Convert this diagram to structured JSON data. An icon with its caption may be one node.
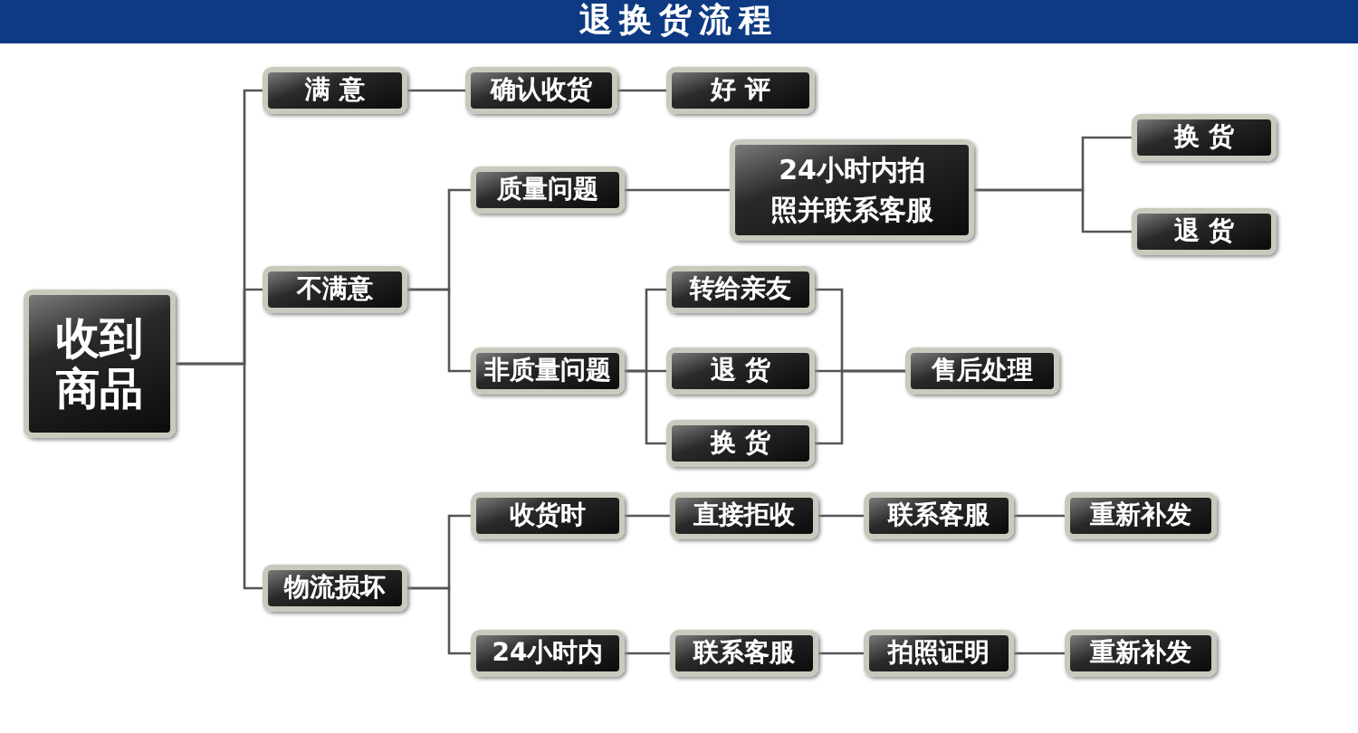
{
  "diagram": {
    "title": "退换货流程",
    "nodes": [
      {
        "text": [
          "收到商品"
        ]
      },
      {
        "text": [
          "满 意"
        ]
      },
      {
        "text": [
          "确认收货"
        ]
      },
      {
        "text": [
          "好 评"
        ]
      },
      {
        "text": [
          "不满意"
        ]
      },
      {
        "text": [
          "质量问题"
        ]
      },
      {
        "text": [
          "24小时内拍照并联系客服"
        ]
      },
      {
        "text": [
          "换 货"
        ]
      },
      {
        "text": [
          "退 货"
        ]
      },
      {
        "text": [
          "非质量问题"
        ]
      },
      {
        "text": [
          "转给亲友"
        ]
      },
      {
        "text": [
          "退 货"
        ]
      },
      {
        "text": [
          "换 货"
        ]
      },
      {
        "text": [
          "售后处理"
        ]
      },
      {
        "text": [
          "物流损坏"
        ]
      },
      {
        "text": [
          "收货时"
        ]
      },
      {
        "text": [
          "直接拒收"
        ]
      },
      {
        "text": [
          "联系客服"
        ]
      },
      {
        "text": [
          "重新补发"
        ]
      },
      {
        "text": [
          "24小时内"
        ]
      },
      {
        "text": [
          "联系客服"
        ]
      },
      {
        "text": [
          "拍照证明"
        ]
      },
      {
        "text": [
          "重新补发"
        ]
      }
    ],
    "edges": [
      {
        "from": 0,
        "to": 1,
        "arrow": "none"
      },
      {
        "from": 0,
        "to": 4,
        "arrow": "none"
      },
      {
        "from": 0,
        "to": 14,
        "arrow": "none"
      },
      {
        "from": 1,
        "to": 2,
        "arrow": "none"
      },
      {
        "from": 2,
        "to": 3,
        "arrow": "none"
      },
      {
        "from": 4,
        "to": 5,
        "arrow": "none"
      },
      {
        "from": 4,
        "to": 9,
        "arrow": "none"
      },
      {
        "from": 5,
        "to": 6,
        "arrow": "none"
      },
      {
        "from": 6,
        "to": 7,
        "arrow": "none"
      },
      {
        "from": 6,
        "to": 8,
        "arrow": "none"
      },
      {
        "from": 9,
        "to": 10,
        "arrow": "none"
      },
      {
        "from": 9,
        "to": 11,
        "arrow": "none"
      },
      {
        "from": 9,
        "to": 12,
        "arrow": "none"
      },
      {
        "from": 10,
        "to": 13,
        "arrow": "none"
      },
      {
        "from": 11,
        "to": 13,
        "arrow": "none"
      },
      {
        "from": 12,
        "to": 13,
        "arrow": "none"
      },
      {
        "from": 14,
        "to": 15,
        "arrow": "none"
      },
      {
        "from": 14,
        "to": 19,
        "arrow": "none"
      },
      {
        "from": 15,
        "to": 16,
        "arrow": "none"
      },
      {
        "from": 16,
        "to": 17,
        "arrow": "none"
      },
      {
        "from": 17,
        "to": 18,
        "arrow": "none"
      },
      {
        "from": 19,
        "to": 20,
        "arrow": "none"
      },
      {
        "from": 20,
        "to": 21,
        "arrow": "none"
      },
      {
        "from": 21,
        "to": 22,
        "arrow": "none"
      }
    ]
  }
}
